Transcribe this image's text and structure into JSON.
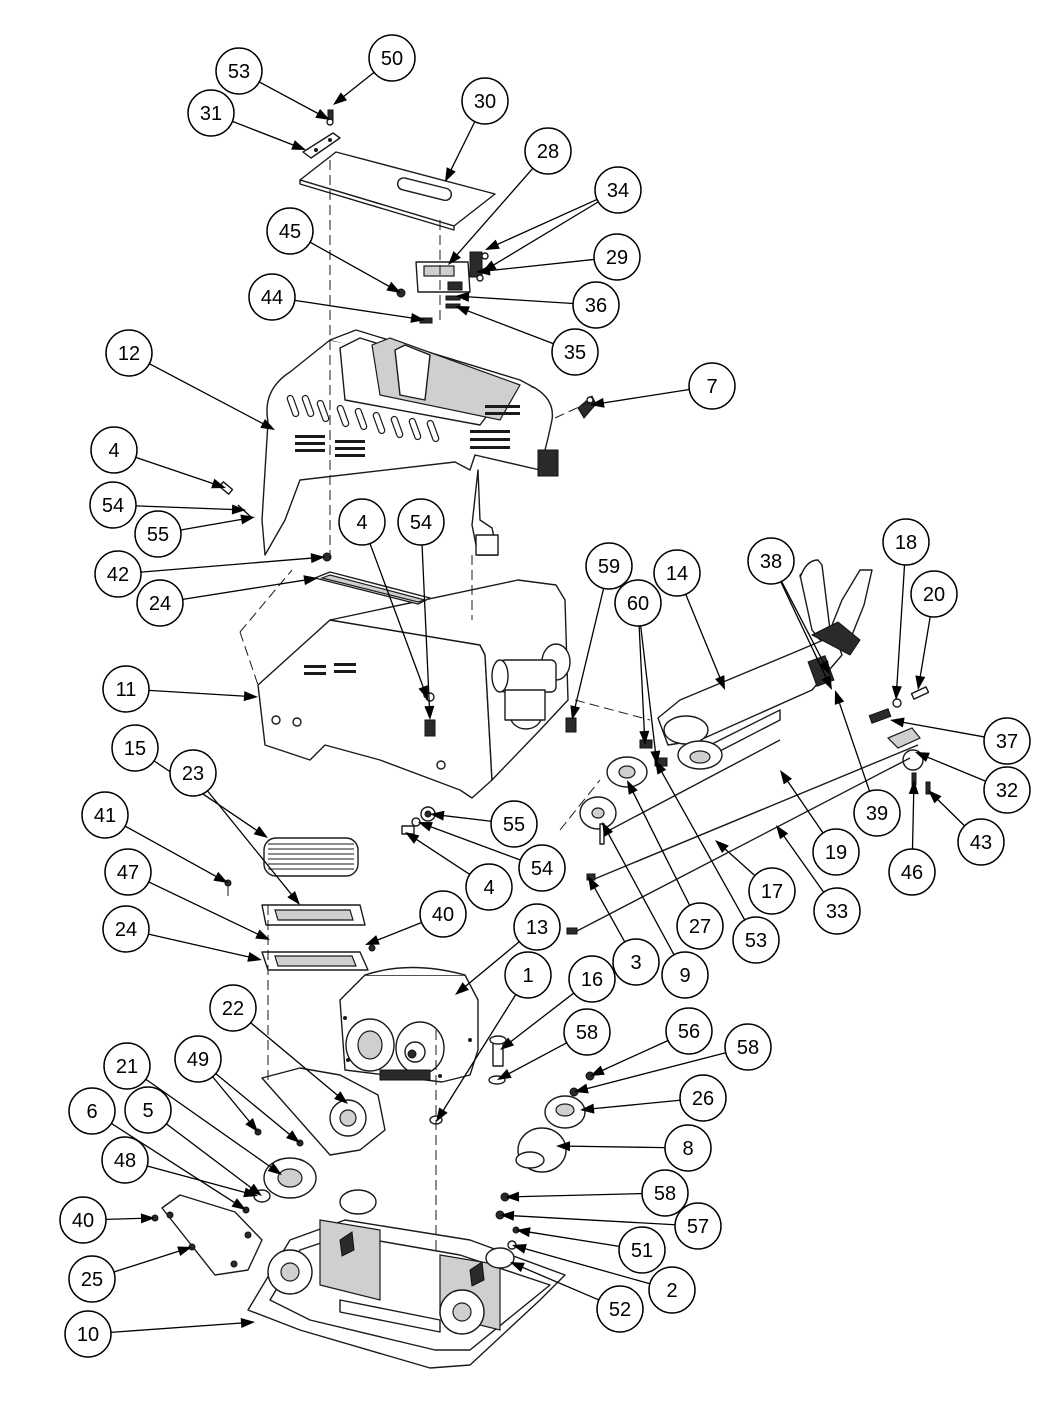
{
  "diagram": {
    "callouts": [
      {
        "id": "c1",
        "label": "1"
      },
      {
        "id": "c2",
        "label": "2"
      },
      {
        "id": "c3",
        "label": "3"
      },
      {
        "id": "c4a",
        "label": "4"
      },
      {
        "id": "c4b",
        "label": "4"
      },
      {
        "id": "c4c",
        "label": "4"
      },
      {
        "id": "c5",
        "label": "5"
      },
      {
        "id": "c6",
        "label": "6"
      },
      {
        "id": "c7",
        "label": "7"
      },
      {
        "id": "c8",
        "label": "8"
      },
      {
        "id": "c9",
        "label": "9"
      },
      {
        "id": "c10",
        "label": "10"
      },
      {
        "id": "c11",
        "label": "11"
      },
      {
        "id": "c12",
        "label": "12"
      },
      {
        "id": "c13",
        "label": "13"
      },
      {
        "id": "c14",
        "label": "14"
      },
      {
        "id": "c15",
        "label": "15"
      },
      {
        "id": "c16",
        "label": "16"
      },
      {
        "id": "c17",
        "label": "17"
      },
      {
        "id": "c18",
        "label": "18"
      },
      {
        "id": "c19",
        "label": "19"
      },
      {
        "id": "c20",
        "label": "20"
      },
      {
        "id": "c21",
        "label": "21"
      },
      {
        "id": "c22",
        "label": "22"
      },
      {
        "id": "c23",
        "label": "23"
      },
      {
        "id": "c24a",
        "label": "24"
      },
      {
        "id": "c24b",
        "label": "24"
      },
      {
        "id": "c25",
        "label": "25"
      },
      {
        "id": "c26",
        "label": "26"
      },
      {
        "id": "c27",
        "label": "27"
      },
      {
        "id": "c28",
        "label": "28"
      },
      {
        "id": "c29",
        "label": "29"
      },
      {
        "id": "c30",
        "label": "30"
      },
      {
        "id": "c31",
        "label": "31"
      },
      {
        "id": "c32",
        "label": "32"
      },
      {
        "id": "c33",
        "label": "33"
      },
      {
        "id": "c34",
        "label": "34"
      },
      {
        "id": "c35",
        "label": "35"
      },
      {
        "id": "c36",
        "label": "36"
      },
      {
        "id": "c37",
        "label": "37"
      },
      {
        "id": "c38",
        "label": "38"
      },
      {
        "id": "c39",
        "label": "39"
      },
      {
        "id": "c40a",
        "label": "40"
      },
      {
        "id": "c40b",
        "label": "40"
      },
      {
        "id": "c41",
        "label": "41"
      },
      {
        "id": "c42",
        "label": "42"
      },
      {
        "id": "c43",
        "label": "43"
      },
      {
        "id": "c44",
        "label": "44"
      },
      {
        "id": "c45",
        "label": "45"
      },
      {
        "id": "c46",
        "label": "46"
      },
      {
        "id": "c47",
        "label": "47"
      },
      {
        "id": "c48",
        "label": "48"
      },
      {
        "id": "c49",
        "label": "49"
      },
      {
        "id": "c50",
        "label": "50"
      },
      {
        "id": "c51",
        "label": "51"
      },
      {
        "id": "c52",
        "label": "52"
      },
      {
        "id": "c53a",
        "label": "53"
      },
      {
        "id": "c53b",
        "label": "53"
      },
      {
        "id": "c54a",
        "label": "54"
      },
      {
        "id": "c54b",
        "label": "54"
      },
      {
        "id": "c54c",
        "label": "54"
      },
      {
        "id": "c55a",
        "label": "55"
      },
      {
        "id": "c55b",
        "label": "55"
      },
      {
        "id": "c56",
        "label": "56"
      },
      {
        "id": "c57",
        "label": "57"
      },
      {
        "id": "c58a",
        "label": "58"
      },
      {
        "id": "c58b",
        "label": "58"
      },
      {
        "id": "c58c",
        "label": "58"
      },
      {
        "id": "c59",
        "label": "59"
      },
      {
        "id": "c60",
        "label": "60"
      }
    ]
  }
}
